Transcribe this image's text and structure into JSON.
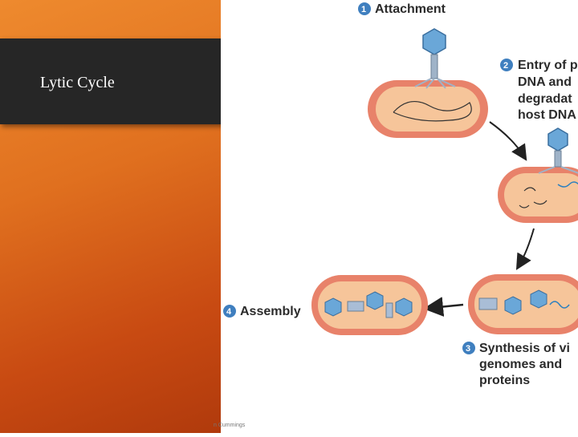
{
  "slide": {
    "title": "Lytic Cycle",
    "credit": "n Cummings"
  },
  "diagram": {
    "steps": [
      {
        "number": "1",
        "label_lines": [
          "Attachment"
        ]
      },
      {
        "number": "2",
        "label_lines": [
          "Entry of p",
          "DNA and",
          "degradat",
          "host DNA"
        ]
      },
      {
        "number": "3",
        "label_lines": [
          "Synthesis of vi",
          "genomes and",
          "proteins"
        ]
      },
      {
        "number": "4",
        "label_lines": [
          "Assembly"
        ]
      }
    ],
    "colors": {
      "cell_outer": "#e8826a",
      "cell_inner": "#f6c59a",
      "phage_head": "#6aa7d8",
      "number_badge": "#3f7fbf",
      "arrow": "#222222"
    }
  }
}
